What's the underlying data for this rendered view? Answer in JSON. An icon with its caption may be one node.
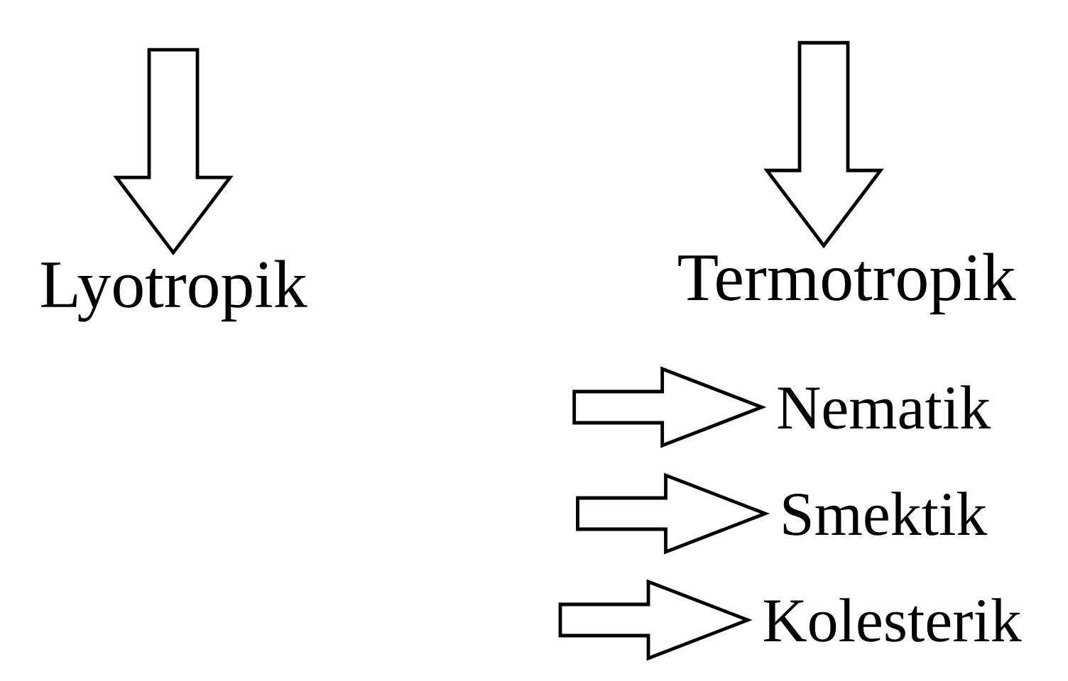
{
  "diagram": {
    "nodes": [
      {
        "text": [
          "Lyotropik"
        ]
      },
      {
        "text": [
          "Termotropik"
        ]
      },
      {
        "text": [
          "Nematik"
        ]
      },
      {
        "text": [
          "Smektik"
        ]
      },
      {
        "text": [
          "Kolesterik"
        ]
      }
    ],
    "edges": [
      {
        "from": null,
        "to": 0,
        "arrow": "to"
      },
      {
        "from": null,
        "to": 1,
        "arrow": "to"
      },
      {
        "from": null,
        "to": 2,
        "arrow": "to"
      },
      {
        "from": null,
        "to": 3,
        "arrow": "to"
      },
      {
        "from": null,
        "to": 4,
        "arrow": "to"
      }
    ]
  }
}
